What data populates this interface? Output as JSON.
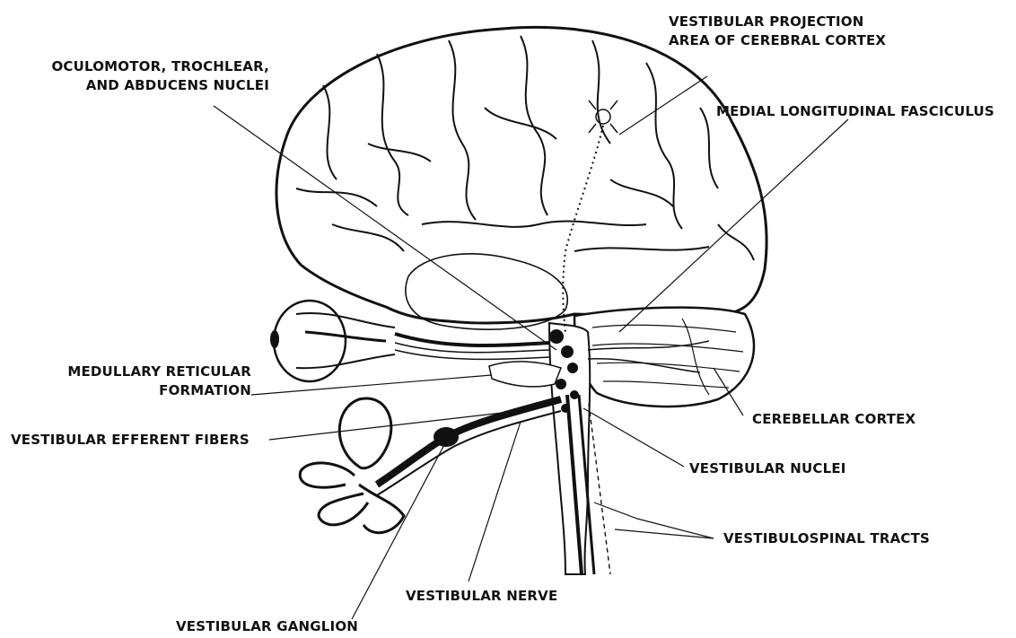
{
  "labels": {
    "oculomotor": [
      "OCULOMOTOR, TROCHLEAR,",
      "AND ABDUCENS NUCLEI"
    ],
    "vestibular_projection": [
      "VESTIBULAR PROJECTION",
      "AREA OF CEREBRAL CORTEX"
    ],
    "mlf": "MEDIAL LONGITUDINAL FASCICULUS",
    "medullary": [
      "MEDULLARY RETICULAR",
      "FORMATION"
    ],
    "efferent": "VESTIBULAR EFFERENT FIBERS",
    "cerebellar": "CEREBELLAR CORTEX",
    "nuclei": "VESTIBULAR NUCLEI",
    "spinal": "VESTIBULOSPINAL TRACTS",
    "nerve": "VESTIBULAR NERVE",
    "ganglion": "VESTIBULAR GANGLION"
  },
  "colors": {
    "ink": "#111111",
    "paper": "#ffffff"
  }
}
